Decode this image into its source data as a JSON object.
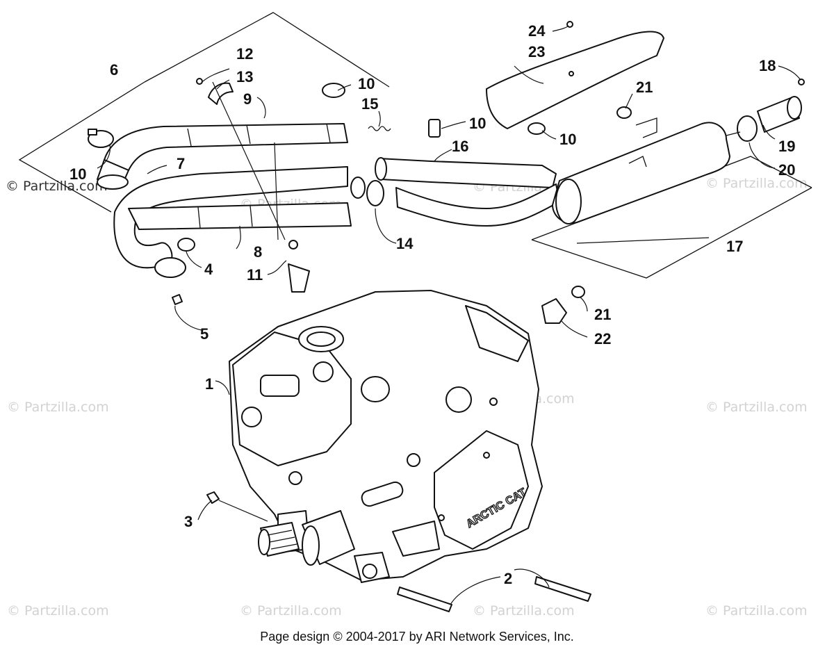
{
  "watermark": "© Partzilla.com",
  "side_watermark": "© Partzilla.com",
  "brand_on_cover": "ARCTIC CAT",
  "footer": "Page design © 2004-2017 by ARI Network Services, Inc.",
  "callouts": {
    "c1": "1",
    "c2": "2",
    "c3": "3",
    "c4": "4",
    "c5": "5",
    "c6": "6",
    "c7": "7",
    "c8": "8",
    "c9": "9",
    "c10a": "10",
    "c10b": "10",
    "c10c": "10",
    "c10d": "10",
    "c11": "11",
    "c12": "12",
    "c13": "13",
    "c14": "14",
    "c15": "15",
    "c16": "16",
    "c17": "17",
    "c18": "18",
    "c19": "19",
    "c20": "20",
    "c21a": "21",
    "c21b": "21",
    "c22": "22",
    "c23": "23",
    "c24": "24"
  }
}
